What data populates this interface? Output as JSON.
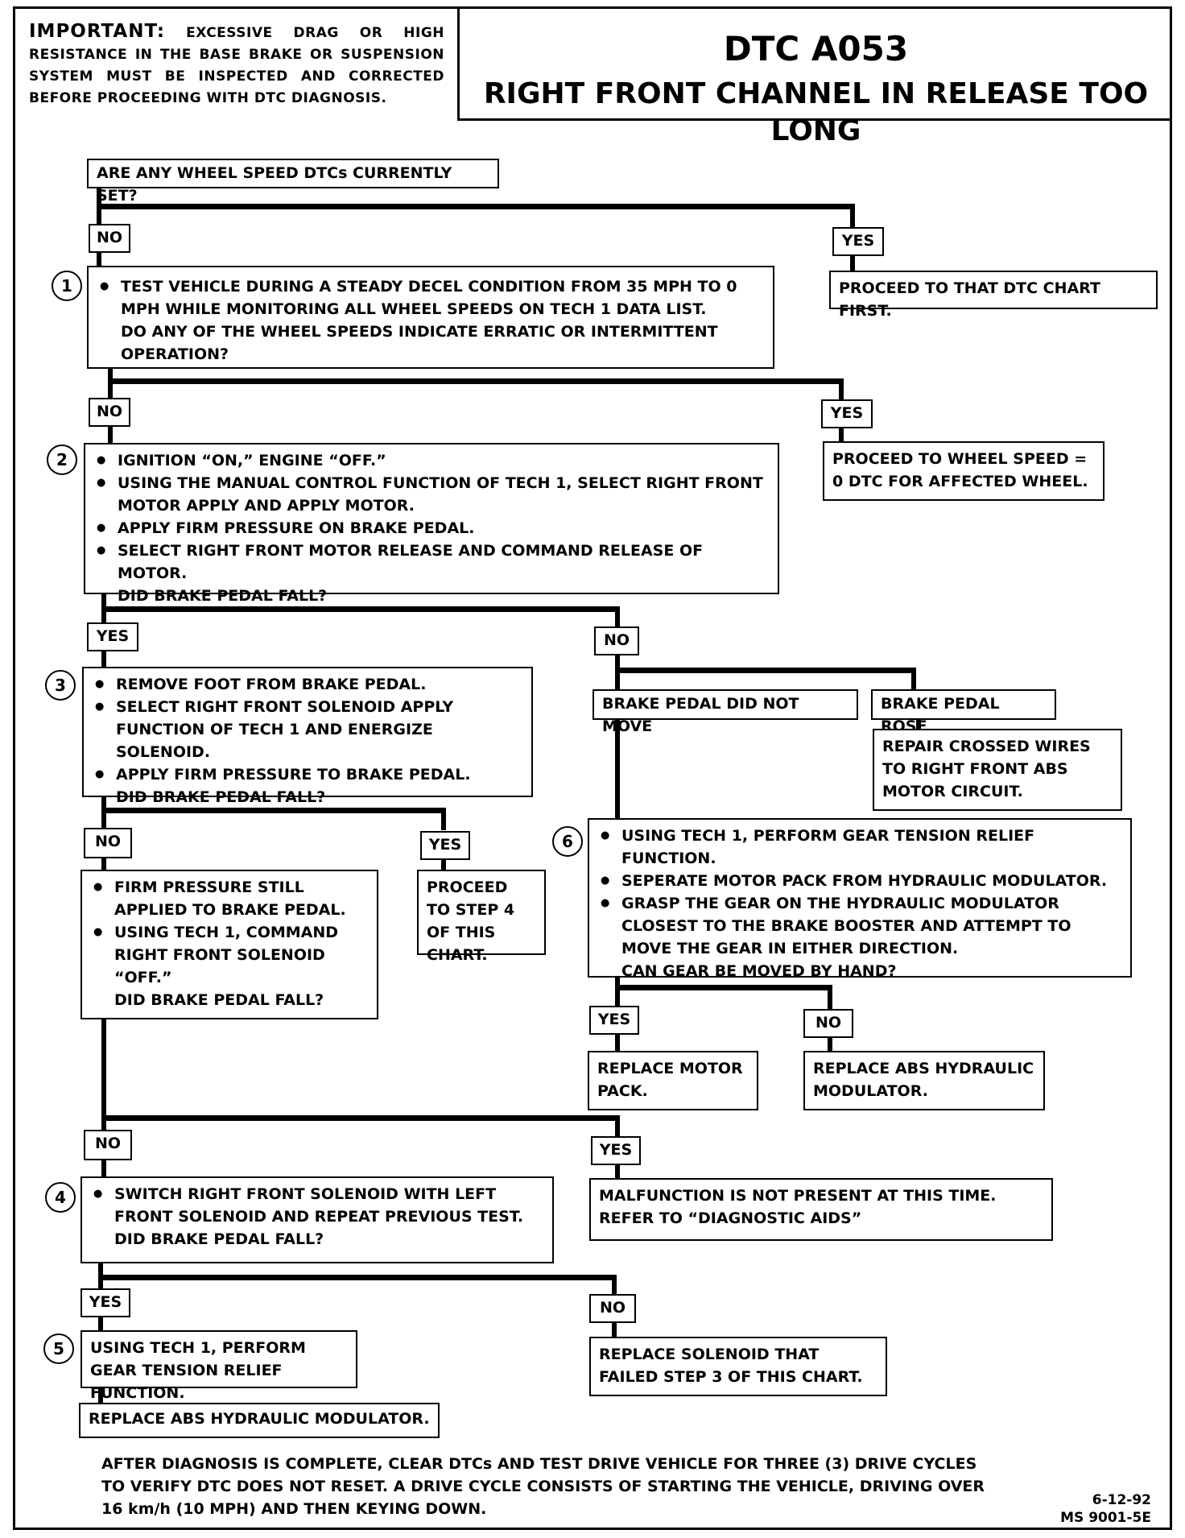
{
  "header": {
    "important_lead": "IMPORTANT:",
    "important_text": "EXCESSIVE DRAG OR HIGH RESISTANCE IN THE BASE BRAKE OR SUSPENSION SYSTEM MUST BE INSPECTED AND CORRECTED BEFORE PROCEEDING WITH DTC DIAGNOSIS.",
    "code": "DTC A053",
    "title": "RIGHT FRONT CHANNEL IN RELEASE TOO LONG"
  },
  "nodes": {
    "start_question": "ARE ANY WHEEL SPEED DTCs CURRENTLY SET?",
    "proceed_dtc_first": "PROCEED TO THAT DTC CHART FIRST.",
    "step1": {
      "number": "1",
      "bullet": "TEST VEHICLE DURING A STEADY DECEL CONDITION FROM 35 MPH TO 0 MPH WHILE MONITORING ALL WHEEL SPEEDS ON TECH 1 DATA LIST.",
      "question": "DO ANY OF THE WHEEL SPEEDS INDICATE ERRATIC OR INTERMITTENT OPERATION?"
    },
    "proceed_wheel_speed": "PROCEED TO WHEEL SPEED = 0 DTC FOR AFFECTED WHEEL.",
    "step2": {
      "number": "2",
      "bullets": [
        "IGNITION “ON,” ENGINE “OFF.”",
        "USING THE MANUAL CONTROL FUNCTION OF TECH 1, SELECT RIGHT FRONT MOTOR APPLY AND APPLY MOTOR.",
        "APPLY FIRM PRESSURE ON BRAKE PEDAL.",
        "SELECT RIGHT FRONT MOTOR RELEASE AND COMMAND RELEASE OF MOTOR."
      ],
      "question": "DID BRAKE PEDAL FALL?"
    },
    "step3": {
      "number": "3",
      "bullets": [
        "REMOVE FOOT FROM BRAKE PEDAL.",
        "SELECT RIGHT FRONT SOLENOID APPLY FUNCTION OF TECH 1 AND ENERGIZE SOLENOID.",
        "APPLY FIRM PRESSURE TO BRAKE PEDAL."
      ],
      "question": "DID BRAKE PEDAL FALL?"
    },
    "pedal_did_not_move": "BRAKE PEDAL DID NOT MOVE",
    "pedal_rose": "BRAKE PEDAL ROSE",
    "repair_crossed_wires": "REPAIR CROSSED WIRES TO RIGHT FRONT ABS MOTOR CIRCUIT.",
    "firm_pressure": {
      "bullets": [
        "FIRM PRESSURE STILL APPLIED TO BRAKE PEDAL.",
        "USING TECH 1, COMMAND RIGHT FRONT SOLENOID “OFF.”"
      ],
      "question": "DID BRAKE PEDAL FALL?"
    },
    "proceed_step4": "PROCEED TO STEP 4 OF THIS CHART.",
    "step6": {
      "number": "6",
      "bullets": [
        "USING TECH 1, PERFORM GEAR TENSION RELIEF FUNCTION.",
        "SEPERATE MOTOR PACK FROM HYDRAULIC MODULATOR.",
        "GRASP THE GEAR ON THE HYDRAULIC MODULATOR CLOSEST TO THE BRAKE BOOSTER AND ATTEMPT TO MOVE THE GEAR IN EITHER DIRECTION."
      ],
      "question": "CAN GEAR BE MOVED BY HAND?"
    },
    "replace_motor_pack": "REPLACE MOTOR PACK.",
    "replace_modulator_6": "REPLACE ABS HYDRAULIC MODULATOR.",
    "step4": {
      "number": "4",
      "bullet": "SWITCH RIGHT FRONT SOLENOID WITH LEFT FRONT SOLENOID AND REPEAT PREVIOUS TEST.",
      "question": "DID BRAKE PEDAL FALL?"
    },
    "malfunction_not_present": "MALFUNCTION IS NOT PRESENT AT THIS TIME.  REFER TO “DIAGNOSTIC AIDS”",
    "step5": {
      "number": "5",
      "text": "USING TECH 1, PERFORM GEAR TENSION RELIEF FUNCTION."
    },
    "replace_solenoid": "REPLACE SOLENOID THAT FAILED STEP 3 OF THIS CHART.",
    "replace_modulator_5": "REPLACE ABS HYDRAULIC MODULATOR."
  },
  "labels": {
    "yes": "YES",
    "no": "NO"
  },
  "footer": {
    "note": "AFTER DIAGNOSIS IS COMPLETE, CLEAR DTCs AND TEST DRIVE VEHICLE FOR THREE (3) DRIVE CYCLES TO VERIFY DTC DOES NOT RESET.  A DRIVE CYCLE CONSISTS OF STARTING THE VEHICLE, DRIVING OVER 16 km/h (10 MPH) AND THEN KEYING DOWN.",
    "date": "6-12-92",
    "ref": "MS 9001-5E"
  }
}
